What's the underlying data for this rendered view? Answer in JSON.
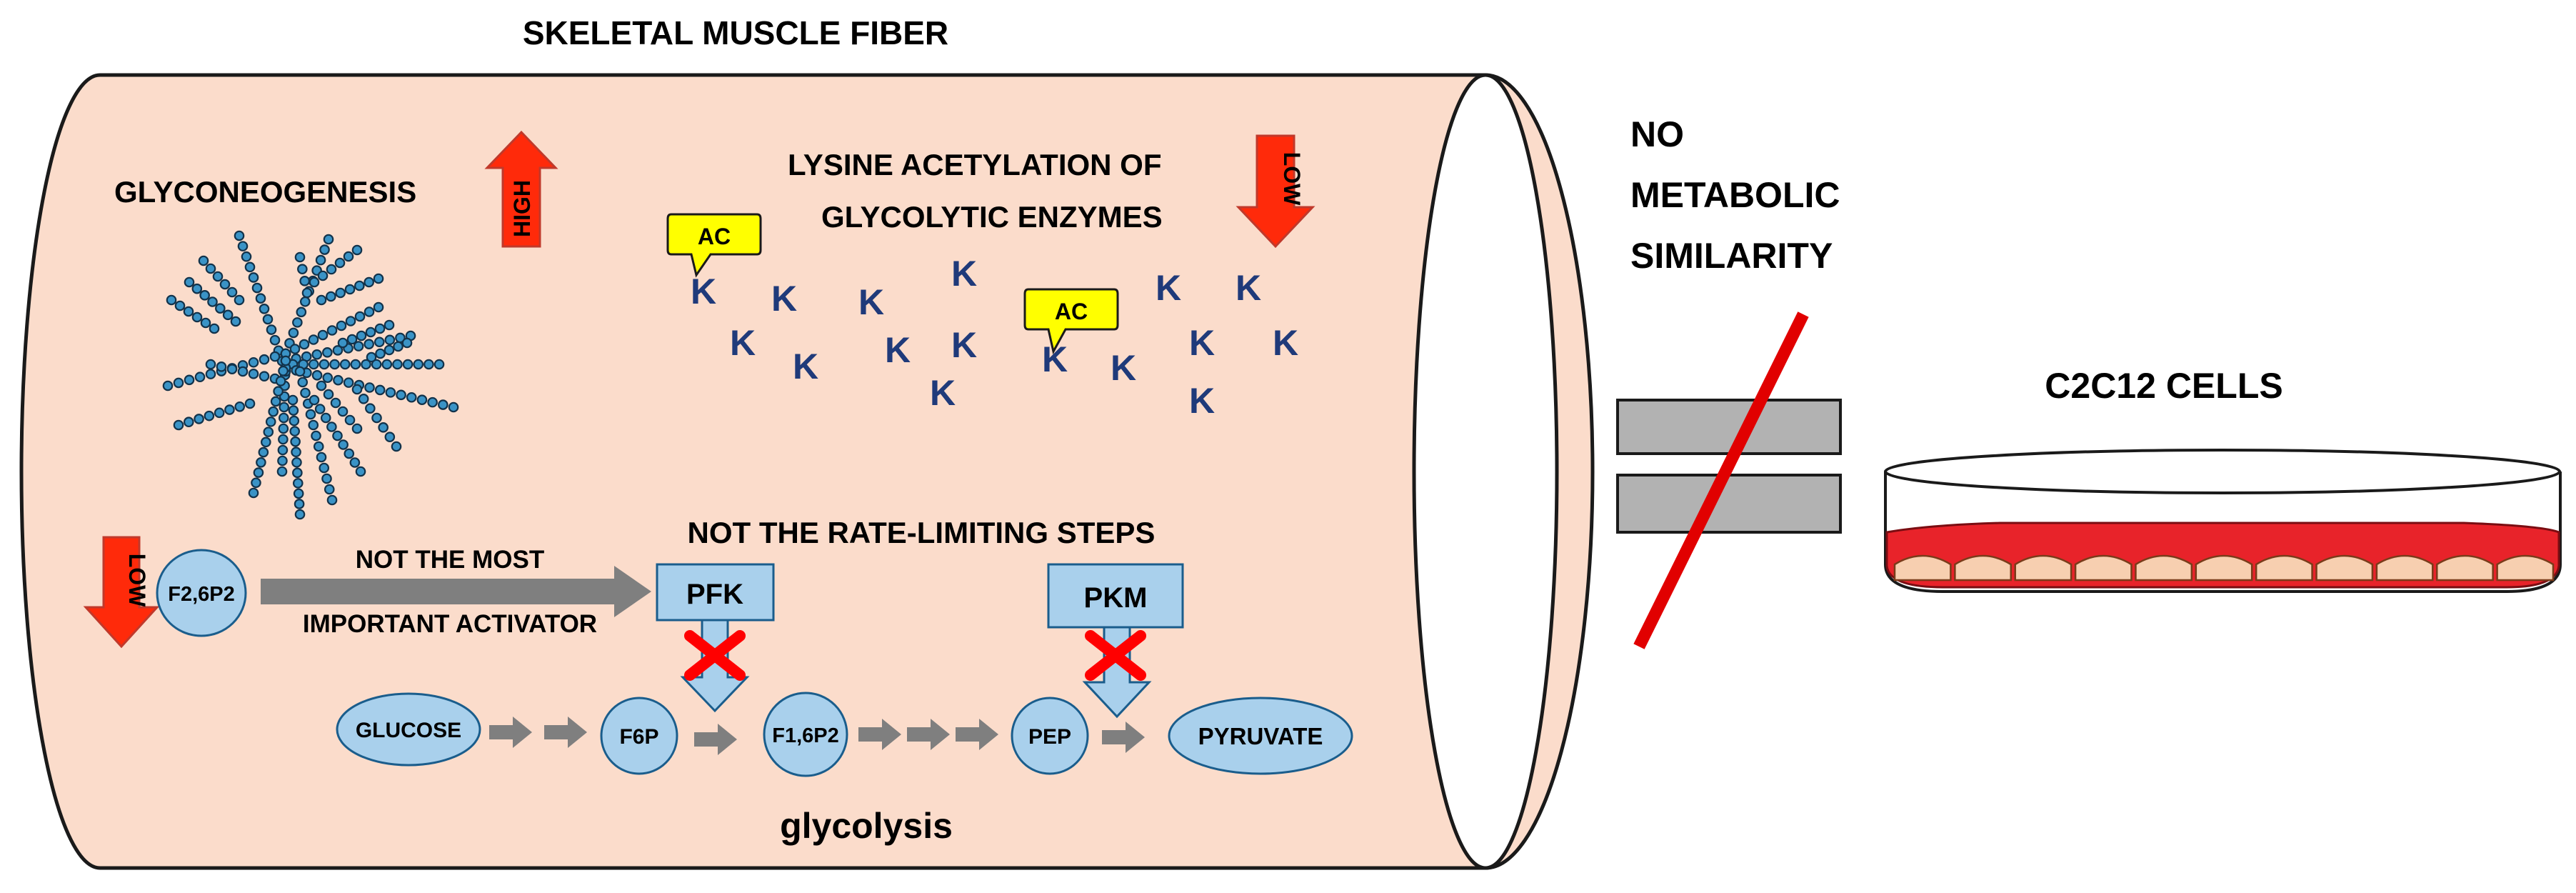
{
  "title": "SKELETAL MUSCLE FIBER",
  "glyconeogenesis": {
    "label": "GLYCONEOGENESIS",
    "level": "HIGH"
  },
  "acetylation": {
    "line1": "LYSINE ACETYLATION OF",
    "line2": "GLYCOLYTIC ENZYMES",
    "level": "LOW",
    "ac_tag": "AC",
    "lysine": "K"
  },
  "regulation": {
    "f26p2_level": "LOW",
    "f26p2": "F2,6P2",
    "activator_line1": "NOT THE MOST",
    "activator_line2": "IMPORTANT ACTIVATOR",
    "rate_limiting": "NOT THE RATE-LIMITING STEPS",
    "enzymes": [
      "PFK",
      "PKM"
    ]
  },
  "pathway": {
    "metabolites": [
      "GLUCOSE",
      "F6P",
      "F1,6P2",
      "PEP",
      "PYRUVATE"
    ],
    "label": "glycolysis"
  },
  "comparison": {
    "line1": "NO",
    "line2": "METABOLIC",
    "line3": "SIMILARITY",
    "cells_label": "C2C12 CELLS"
  },
  "colors": {
    "fiber_fill": "#fbdccb",
    "node_fill": "#a9d0ec",
    "arrow_gray": "#7f7f7f",
    "up_down_arrow": "#ff2a0a",
    "ac_tag": "#ffff00",
    "lysine": "#1f3a7a",
    "inhibit_x": "#ff0000",
    "dish_medium": "#e8232a",
    "cell": "#f7cfb0"
  }
}
